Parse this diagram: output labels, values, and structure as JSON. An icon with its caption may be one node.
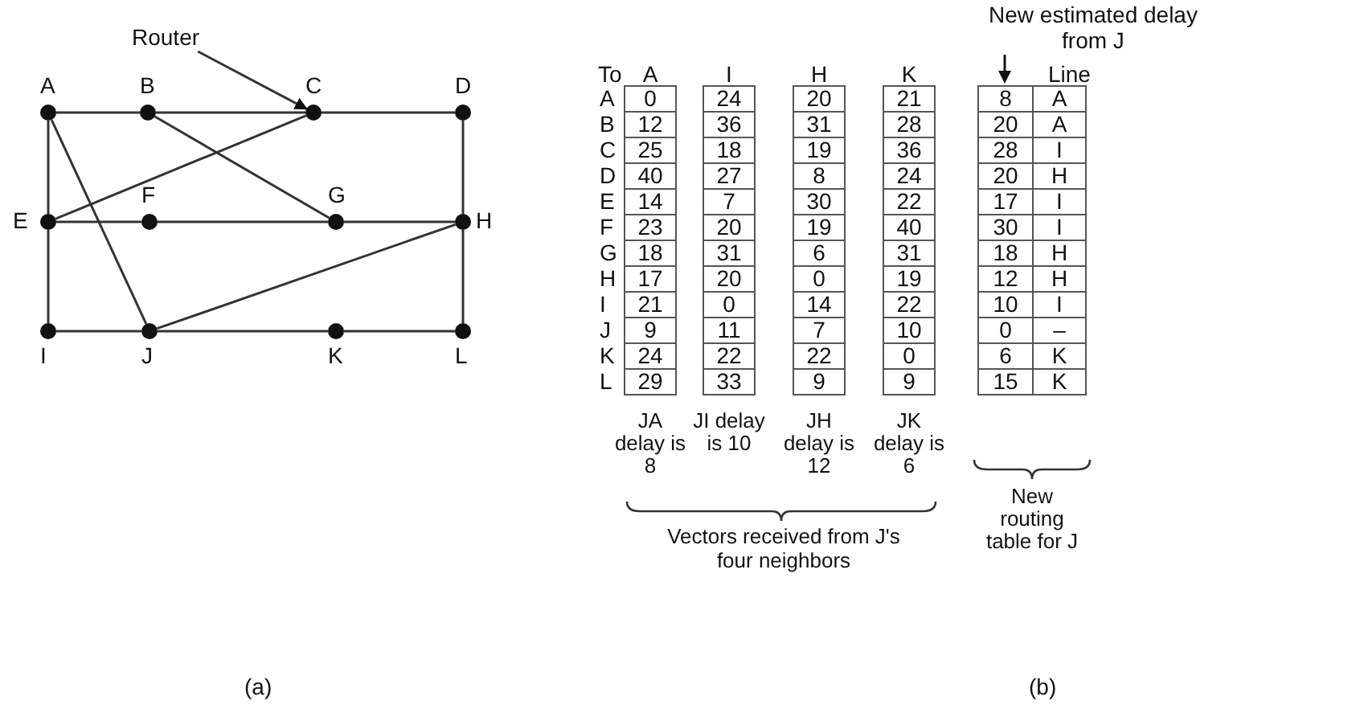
{
  "diagram": {
    "nodes": [
      {
        "text": [],
        "shape": "circle",
        "beside": [
          "A"
        ]
      },
      {
        "text": [],
        "shape": "circle",
        "beside": [
          "B"
        ]
      },
      {
        "text": [],
        "shape": "circle",
        "beside": [
          "C"
        ]
      },
      {
        "text": [],
        "shape": "circle",
        "beside": [
          "D"
        ]
      },
      {
        "text": [],
        "shape": "circle",
        "beside": [
          "E"
        ]
      },
      {
        "text": [],
        "shape": "circle",
        "beside": [
          "F"
        ]
      },
      {
        "text": [],
        "shape": "circle",
        "beside": [
          "G"
        ]
      },
      {
        "text": [],
        "shape": "circle",
        "beside": [
          "H"
        ]
      },
      {
        "text": [],
        "shape": "circle",
        "beside": [
          "I"
        ]
      },
      {
        "text": [],
        "shape": "circle",
        "beside": [
          "J"
        ]
      },
      {
        "text": [],
        "shape": "circle",
        "beside": [
          "K"
        ]
      },
      {
        "text": [],
        "shape": "circle",
        "beside": [
          "L"
        ]
      },
      {
        "text": [
          "Router"
        ]
      }
    ],
    "edges": [
      {
        "from": 0,
        "to": 1,
        "arrow": "none"
      },
      {
        "from": 1,
        "to": 2,
        "arrow": "none"
      },
      {
        "from": 2,
        "to": 3,
        "arrow": "none"
      },
      {
        "from": 0,
        "to": 4,
        "arrow": "none"
      },
      {
        "from": 0,
        "to": 9,
        "arrow": "none"
      },
      {
        "from": 1,
        "to": 6,
        "arrow": "none"
      },
      {
        "from": 2,
        "to": 4,
        "arrow": "none"
      },
      {
        "from": 3,
        "to": 7,
        "arrow": "none"
      },
      {
        "from": 4,
        "to": 5,
        "arrow": "none"
      },
      {
        "from": 5,
        "to": 6,
        "arrow": "none"
      },
      {
        "from": 6,
        "to": 7,
        "arrow": "none"
      },
      {
        "from": 4,
        "to": 8,
        "arrow": "none"
      },
      {
        "from": 7,
        "to": 9,
        "arrow": "none"
      },
      {
        "from": 7,
        "to": 11,
        "arrow": "none"
      },
      {
        "from": 8,
        "to": 9,
        "arrow": "none"
      },
      {
        "from": 9,
        "to": 10,
        "arrow": "none"
      },
      {
        "from": 10,
        "to": 11,
        "arrow": "none"
      },
      {
        "from": 12,
        "to": 2,
        "arrow": "to"
      }
    ],
    "labels": [
      "New estimated delay from J",
      "To",
      "A",
      "I",
      "H",
      "K",
      "Line",
      "A",
      "0",
      "24",
      "20",
      "21",
      "8",
      "A",
      "B",
      "12",
      "36",
      "31",
      "28",
      "20",
      "A",
      "C",
      "25",
      "18",
      "19",
      "36",
      "28",
      "I",
      "D",
      "40",
      "27",
      "8",
      "24",
      "20",
      "H",
      "E",
      "14",
      "7",
      "30",
      "22",
      "17",
      "I",
      "F",
      "23",
      "20",
      "19",
      "40",
      "30",
      "I",
      "G",
      "18",
      "31",
      "6",
      "31",
      "18",
      "H",
      "H",
      "17",
      "20",
      "0",
      "19",
      "12",
      "H",
      "I",
      "21",
      "0",
      "14",
      "22",
      "10",
      "I",
      "J",
      "9",
      "11",
      "7",
      "10",
      "0",
      "–",
      "K",
      "24",
      "22",
      "22",
      "0",
      "6",
      "K",
      "L",
      "29",
      "33",
      "9",
      "9",
      "15",
      "K",
      "JA delay is 8",
      "JI delay is 10",
      "JH delay is 12",
      "JK delay is 6",
      "New routing table for J",
      "Vectors received from J's four neighbors",
      "(a)",
      "(b)"
    ]
  }
}
